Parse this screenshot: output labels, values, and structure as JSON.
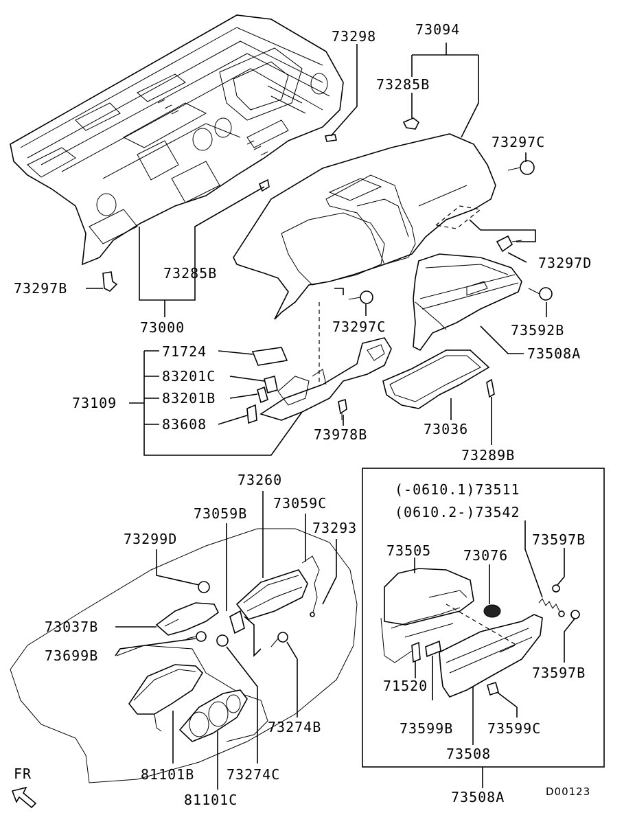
{
  "diagram": {
    "labels": {
      "l73298": "73298",
      "l73094": "73094",
      "l73285B_top": "73285B",
      "l73297C_top": "73297C",
      "l73297D": "73297D",
      "l73285B_mid": "73285B",
      "l73297B": "73297B",
      "l73000": "73000",
      "l73297C_mid": "73297C",
      "l73592B": "73592B",
      "l73508A_top": "73508A",
      "l71724": "71724",
      "l83201C": "83201C",
      "l83201B": "83201B",
      "l73109": "73109",
      "l83608": "83608",
      "l73978B": "73978B",
      "l73036": "73036",
      "l73289B": "73289B",
      "l73260": "73260",
      "l73059B": "73059B",
      "l73059C": "73059C",
      "l73299D": "73299D",
      "l73293": "73293",
      "l73037B": "73037B",
      "l73699B": "73699B",
      "l73274B": "73274B",
      "l81101B": "81101B",
      "l73274C": "73274C",
      "l81101C": "81101C",
      "l73511": "(-0610.1)73511",
      "l73542": "(0610.2-)73542",
      "l73505": "73505",
      "l73076": "73076",
      "l73597B_top": "73597B",
      "l73597B_bot": "73597B",
      "l71520": "71520",
      "l73599B": "73599B",
      "l73599C": "73599C",
      "l73508": "73508",
      "l73508A_bot": "73508A",
      "fr": "FR",
      "code": "D00123"
    }
  }
}
